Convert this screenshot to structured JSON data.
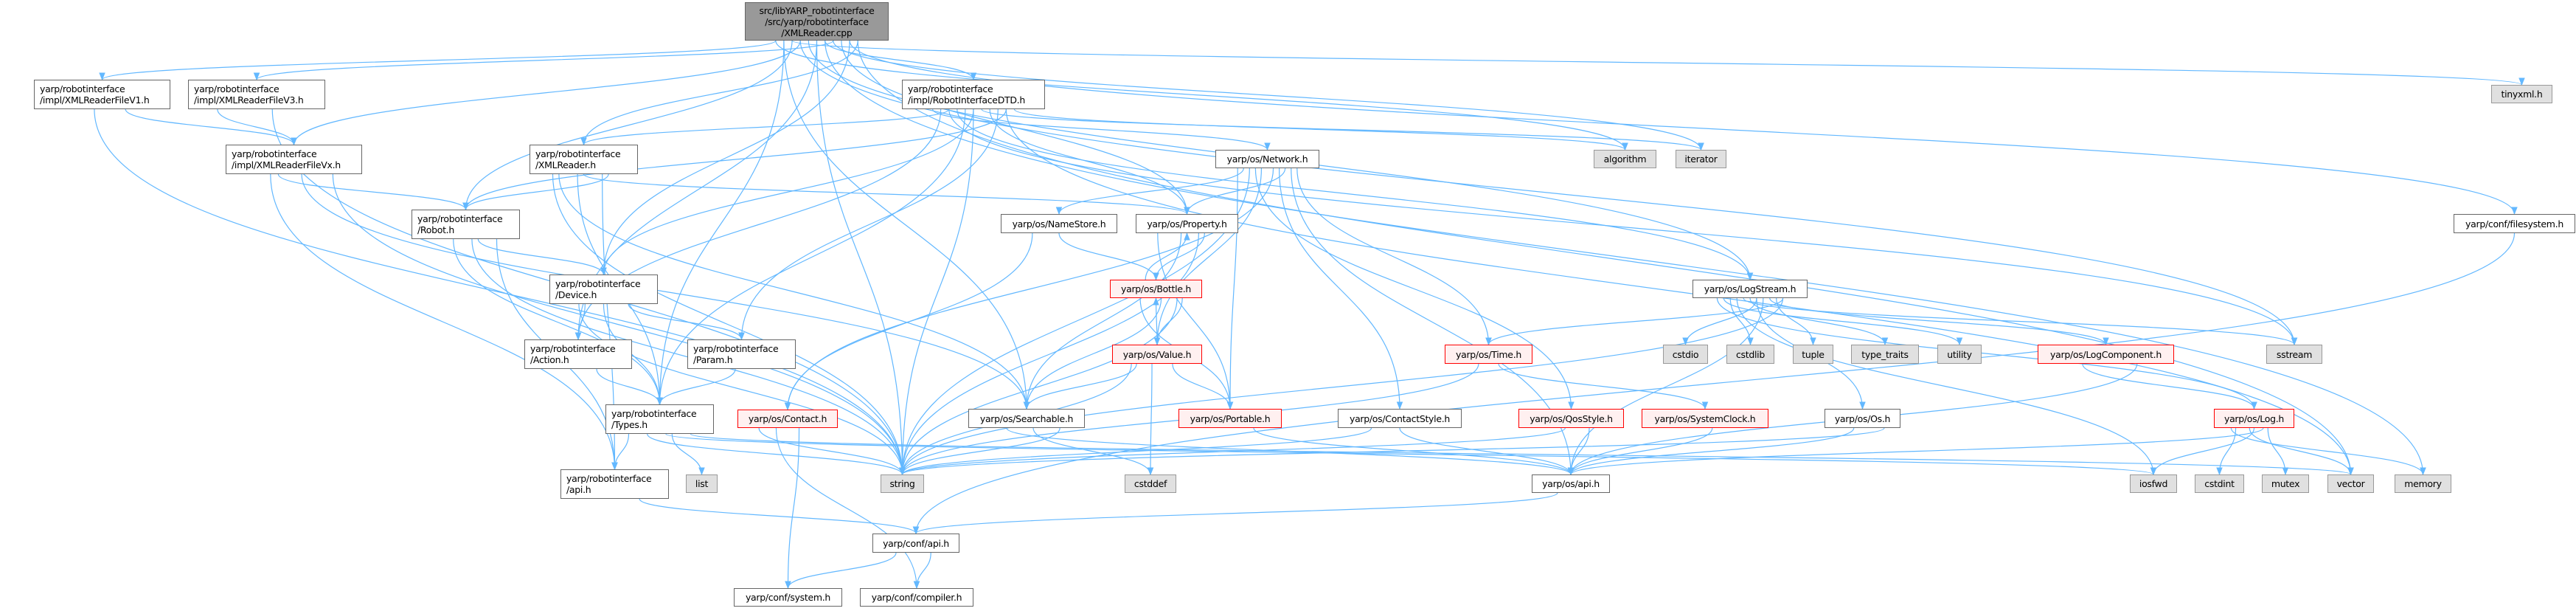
{
  "graph": {
    "title": "src/libYARP_robotinterface/src/yarp/robotinterface/XMLReader.cpp",
    "edge_color": "#63b8ff",
    "nodes": [
      {
        "id": "root",
        "label": "src/libYARP_robotinterface\n/src/yarp/robotinterface\n/XMLReader.cpp",
        "kind": "root"
      },
      {
        "id": "v1",
        "label": "yarp/robotinterface\n/impl/XMLReaderFileV1.h",
        "kind": "file"
      },
      {
        "id": "v3",
        "label": "yarp/robotinterface\n/impl/XMLReaderFileV3.h",
        "kind": "file"
      },
      {
        "id": "vx",
        "label": "yarp/robotinterface\n/impl/XMLReaderFileVx.h",
        "kind": "file"
      },
      {
        "id": "xmlreader",
        "label": "yarp/robotinterface\n/XMLReader.h",
        "kind": "file"
      },
      {
        "id": "dtd",
        "label": "yarp/robotinterface\n/impl/RobotInterfaceDTD.h",
        "kind": "file"
      },
      {
        "id": "robot",
        "label": "yarp/robotinterface\n/Robot.h",
        "kind": "file"
      },
      {
        "id": "device",
        "label": "yarp/robotinterface\n/Device.h",
        "kind": "file"
      },
      {
        "id": "action",
        "label": "yarp/robotinterface\n/Action.h",
        "kind": "file"
      },
      {
        "id": "param",
        "label": "yarp/robotinterface\n/Param.h",
        "kind": "file"
      },
      {
        "id": "types",
        "label": "yarp/robotinterface\n/Types.h",
        "kind": "file"
      },
      {
        "id": "riapi",
        "label": "yarp/robotinterface\n/api.h",
        "kind": "file"
      },
      {
        "id": "list",
        "label": "list",
        "kind": "ext"
      },
      {
        "id": "contact",
        "label": "yarp/os/Contact.h",
        "kind": "red"
      },
      {
        "id": "network",
        "label": "yarp/os/Network.h",
        "kind": "file"
      },
      {
        "id": "namestore",
        "label": "yarp/os/NameStore.h",
        "kind": "file"
      },
      {
        "id": "property",
        "label": "yarp/os/Property.h",
        "kind": "file"
      },
      {
        "id": "bottle",
        "label": "yarp/os/Bottle.h",
        "kind": "red"
      },
      {
        "id": "value",
        "label": "yarp/os/Value.h",
        "kind": "red"
      },
      {
        "id": "searchable",
        "label": "yarp/os/Searchable.h",
        "kind": "file"
      },
      {
        "id": "portable",
        "label": "yarp/os/Portable.h",
        "kind": "red"
      },
      {
        "id": "contactstyle",
        "label": "yarp/os/ContactStyle.h",
        "kind": "file"
      },
      {
        "id": "qosstyle",
        "label": "yarp/os/QosStyle.h",
        "kind": "red"
      },
      {
        "id": "time",
        "label": "yarp/os/Time.h",
        "kind": "red"
      },
      {
        "id": "systemclock",
        "label": "yarp/os/SystemClock.h",
        "kind": "red"
      },
      {
        "id": "logstream",
        "label": "yarp/os/LogStream.h",
        "kind": "file"
      },
      {
        "id": "os",
        "label": "yarp/os/Os.h",
        "kind": "file"
      },
      {
        "id": "logcomponent",
        "label": "yarp/os/LogComponent.h",
        "kind": "red"
      },
      {
        "id": "log",
        "label": "yarp/os/Log.h",
        "kind": "red"
      },
      {
        "id": "osapi",
        "label": "yarp/os/api.h",
        "kind": "file"
      },
      {
        "id": "confapi",
        "label": "yarp/conf/api.h",
        "kind": "file"
      },
      {
        "id": "confsystem",
        "label": "yarp/conf/system.h",
        "kind": "file"
      },
      {
        "id": "confcompiler",
        "label": "yarp/conf/compiler.h",
        "kind": "file"
      },
      {
        "id": "filesystem",
        "label": "yarp/conf/filesystem.h",
        "kind": "file"
      },
      {
        "id": "string",
        "label": "string",
        "kind": "ext"
      },
      {
        "id": "cstddef",
        "label": "cstddef",
        "kind": "ext"
      },
      {
        "id": "algorithm",
        "label": "algorithm",
        "kind": "ext"
      },
      {
        "id": "iterator",
        "label": "iterator",
        "kind": "ext"
      },
      {
        "id": "cstdio",
        "label": "cstdio",
        "kind": "ext"
      },
      {
        "id": "cstdlib",
        "label": "cstdlib",
        "kind": "ext"
      },
      {
        "id": "tuple",
        "label": "tuple",
        "kind": "ext"
      },
      {
        "id": "type_traits",
        "label": "type_traits",
        "kind": "ext"
      },
      {
        "id": "utility",
        "label": "utility",
        "kind": "ext"
      },
      {
        "id": "sstream",
        "label": "sstream",
        "kind": "ext"
      },
      {
        "id": "iosfwd",
        "label": "iosfwd",
        "kind": "ext"
      },
      {
        "id": "cstdint",
        "label": "cstdint",
        "kind": "ext"
      },
      {
        "id": "mutex",
        "label": "mutex",
        "kind": "ext"
      },
      {
        "id": "vector",
        "label": "vector",
        "kind": "ext"
      },
      {
        "id": "memory",
        "label": "memory",
        "kind": "ext"
      },
      {
        "id": "tinyxml",
        "label": "tinyxml.h",
        "kind": "ext"
      }
    ],
    "edges": [
      [
        "root",
        "v1"
      ],
      [
        "root",
        "v3"
      ],
      [
        "root",
        "vx"
      ],
      [
        "root",
        "xmlreader"
      ],
      [
        "root",
        "dtd"
      ],
      [
        "root",
        "robot"
      ],
      [
        "root",
        "device"
      ],
      [
        "root",
        "action"
      ],
      [
        "root",
        "types"
      ],
      [
        "root",
        "property"
      ],
      [
        "root",
        "logstream"
      ],
      [
        "root",
        "algorithm"
      ],
      [
        "root",
        "iterator"
      ],
      [
        "root",
        "sstream"
      ],
      [
        "root",
        "vector"
      ],
      [
        "root",
        "memory"
      ],
      [
        "root",
        "tinyxml"
      ],
      [
        "root",
        "filesystem"
      ],
      [
        "root",
        "string"
      ],
      [
        "root",
        "searchable"
      ],
      [
        "v1",
        "vx"
      ],
      [
        "v1",
        "string"
      ],
      [
        "v3",
        "vx"
      ],
      [
        "v3",
        "string"
      ],
      [
        "vx",
        "robot"
      ],
      [
        "vx",
        "string"
      ],
      [
        "vx",
        "searchable"
      ],
      [
        "vx",
        "riapi"
      ],
      [
        "xmlreader",
        "robot"
      ],
      [
        "xmlreader",
        "property"
      ],
      [
        "xmlreader",
        "searchable"
      ],
      [
        "xmlreader",
        "riapi"
      ],
      [
        "xmlreader",
        "types"
      ],
      [
        "xmlreader",
        "string"
      ],
      [
        "robot",
        "device"
      ],
      [
        "robot",
        "types"
      ],
      [
        "robot",
        "riapi"
      ],
      [
        "robot",
        "string"
      ],
      [
        "device",
        "action"
      ],
      [
        "device",
        "param"
      ],
      [
        "device",
        "types"
      ],
      [
        "device",
        "string"
      ],
      [
        "action",
        "types"
      ],
      [
        "param",
        "types"
      ],
      [
        "types",
        "riapi"
      ],
      [
        "types",
        "list"
      ],
      [
        "types",
        "string"
      ],
      [
        "types",
        "vector"
      ],
      [
        "types",
        "iosfwd"
      ],
      [
        "dtd",
        "xmlreader"
      ],
      [
        "dtd",
        "robot"
      ],
      [
        "dtd",
        "device"
      ],
      [
        "dtd",
        "action"
      ],
      [
        "dtd",
        "param"
      ],
      [
        "dtd",
        "types"
      ],
      [
        "dtd",
        "network"
      ],
      [
        "dtd",
        "property"
      ],
      [
        "dtd",
        "logstream"
      ],
      [
        "dtd",
        "algorithm"
      ],
      [
        "dtd",
        "iterator"
      ],
      [
        "dtd",
        "sstream"
      ],
      [
        "dtd",
        "vector"
      ],
      [
        "dtd",
        "string"
      ],
      [
        "network",
        "namestore"
      ],
      [
        "network",
        "property"
      ],
      [
        "network",
        "value"
      ],
      [
        "network",
        "portable"
      ],
      [
        "network",
        "contactstyle"
      ],
      [
        "network",
        "qosstyle"
      ],
      [
        "network",
        "time"
      ],
      [
        "network",
        "contact"
      ],
      [
        "network",
        "string"
      ],
      [
        "network",
        "osapi"
      ],
      [
        "namestore",
        "bottle"
      ],
      [
        "namestore",
        "contact"
      ],
      [
        "property",
        "bottle"
      ],
      [
        "property",
        "searchable"
      ],
      [
        "property",
        "portable"
      ],
      [
        "property",
        "string"
      ],
      [
        "bottle",
        "property"
      ],
      [
        "bottle",
        "value"
      ],
      [
        "bottle",
        "searchable"
      ],
      [
        "bottle",
        "portable"
      ],
      [
        "bottle",
        "string"
      ],
      [
        "value",
        "bottle"
      ],
      [
        "value",
        "searchable"
      ],
      [
        "value",
        "portable"
      ],
      [
        "value",
        "cstddef"
      ],
      [
        "value",
        "string"
      ],
      [
        "time",
        "systemclock"
      ],
      [
        "time",
        "string"
      ],
      [
        "searchable",
        "string"
      ],
      [
        "searchable",
        "cstddef"
      ],
      [
        "searchable",
        "osapi"
      ],
      [
        "portable",
        "osapi"
      ],
      [
        "contactstyle",
        "osapi"
      ],
      [
        "contactstyle",
        "string"
      ],
      [
        "qosstyle",
        "osapi"
      ],
      [
        "qosstyle",
        "string"
      ],
      [
        "contact",
        "string"
      ],
      [
        "contact",
        "confsystem"
      ],
      [
        "contact",
        "confcompiler"
      ],
      [
        "logstream",
        "time"
      ],
      [
        "logstream",
        "cstdio"
      ],
      [
        "logstream",
        "cstdlib"
      ],
      [
        "logstream",
        "tuple"
      ],
      [
        "logstream",
        "type_traits"
      ],
      [
        "logstream",
        "utility"
      ],
      [
        "logstream",
        "logcomponent"
      ],
      [
        "logstream",
        "sstream"
      ],
      [
        "logstream",
        "log"
      ],
      [
        "logstream",
        "osapi"
      ],
      [
        "logstream",
        "iosfwd"
      ],
      [
        "logstream",
        "string"
      ],
      [
        "logstream",
        "os"
      ],
      [
        "logcomponent",
        "log"
      ],
      [
        "logcomponent",
        "osapi"
      ],
      [
        "log",
        "iosfwd"
      ],
      [
        "log",
        "cstdint"
      ],
      [
        "log",
        "mutex"
      ],
      [
        "log",
        "vector"
      ],
      [
        "log",
        "memory"
      ],
      [
        "log",
        "osapi"
      ],
      [
        "os",
        "osapi"
      ],
      [
        "os",
        "string"
      ],
      [
        "systemclock",
        "osapi"
      ],
      [
        "osapi",
        "confapi"
      ],
      [
        "riapi",
        "confapi"
      ],
      [
        "filesystem",
        "confapi"
      ],
      [
        "confapi",
        "confsystem"
      ],
      [
        "confapi",
        "confcompiler"
      ]
    ]
  }
}
